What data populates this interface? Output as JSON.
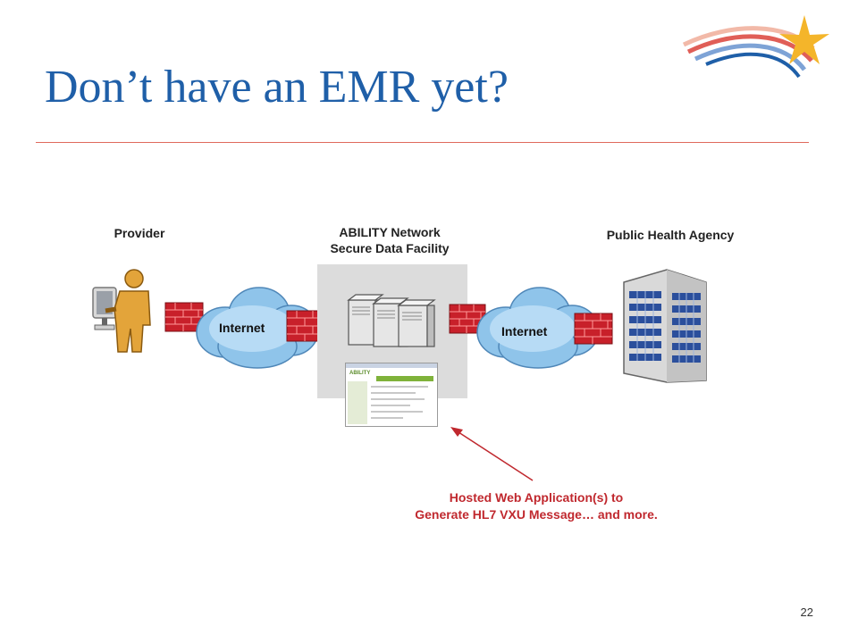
{
  "slide": {
    "title": "Don’t have an EMR yet?",
    "page_number": "22"
  },
  "diagram": {
    "provider_label": "Provider",
    "network_label_line1": "ABILITY Network",
    "network_label_line2": "Secure Data Facility",
    "agency_label": "Public Health Agency",
    "cloud_left_label": "Internet",
    "cloud_right_label": "Internet",
    "screenshot_logo": "ABILITY",
    "annotation_line1": "Hosted Web Application(s) to",
    "annotation_line2": "Generate HL7 VXU Message… and more."
  },
  "colors": {
    "title": "#1f5fa8",
    "rule": "#e06a5c",
    "annotation": "#c0282e",
    "firewall": "#c8202a",
    "cloud": "#8fc4ea",
    "building": "#2b4f9c"
  }
}
